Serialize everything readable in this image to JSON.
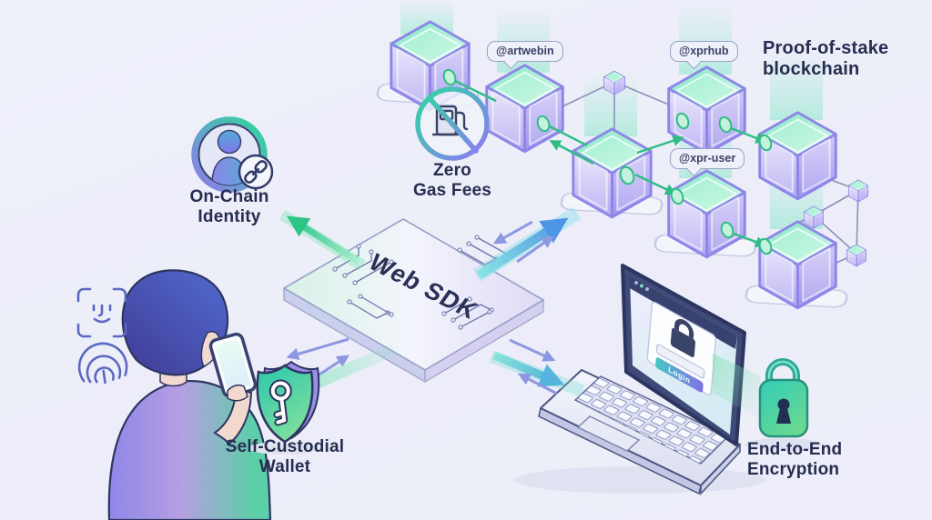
{
  "heading": {
    "text": "Proof-of-stake\nblockchain"
  },
  "features": {
    "identity": {
      "label": "On-Chain\nIdentity"
    },
    "gas": {
      "label": "Zero\nGas Fees"
    },
    "wallet": {
      "label": "Self-Custodial\nWallet"
    },
    "encryption": {
      "label": "End-to-End\nEncryption"
    },
    "sdk": {
      "label": "Web SDK"
    }
  },
  "nodes": [
    {
      "tag": "@artwebin"
    },
    {
      "tag": "@xprhub"
    },
    {
      "tag": "@xpr-user"
    }
  ],
  "laptop": {
    "login_button": "Login"
  },
  "colors": {
    "background": "#edeff9",
    "ink": "#262d50",
    "cube_purple": "#8d86e8",
    "cube_teal": "#7fe8c4",
    "arrow_green": "#2fbd85",
    "arrow_blue": "#4f95e6",
    "arrow_periwinkle": "#8d97e2",
    "lock_teal": "#33cdb5",
    "shield_teal": "#2bc7ad"
  }
}
